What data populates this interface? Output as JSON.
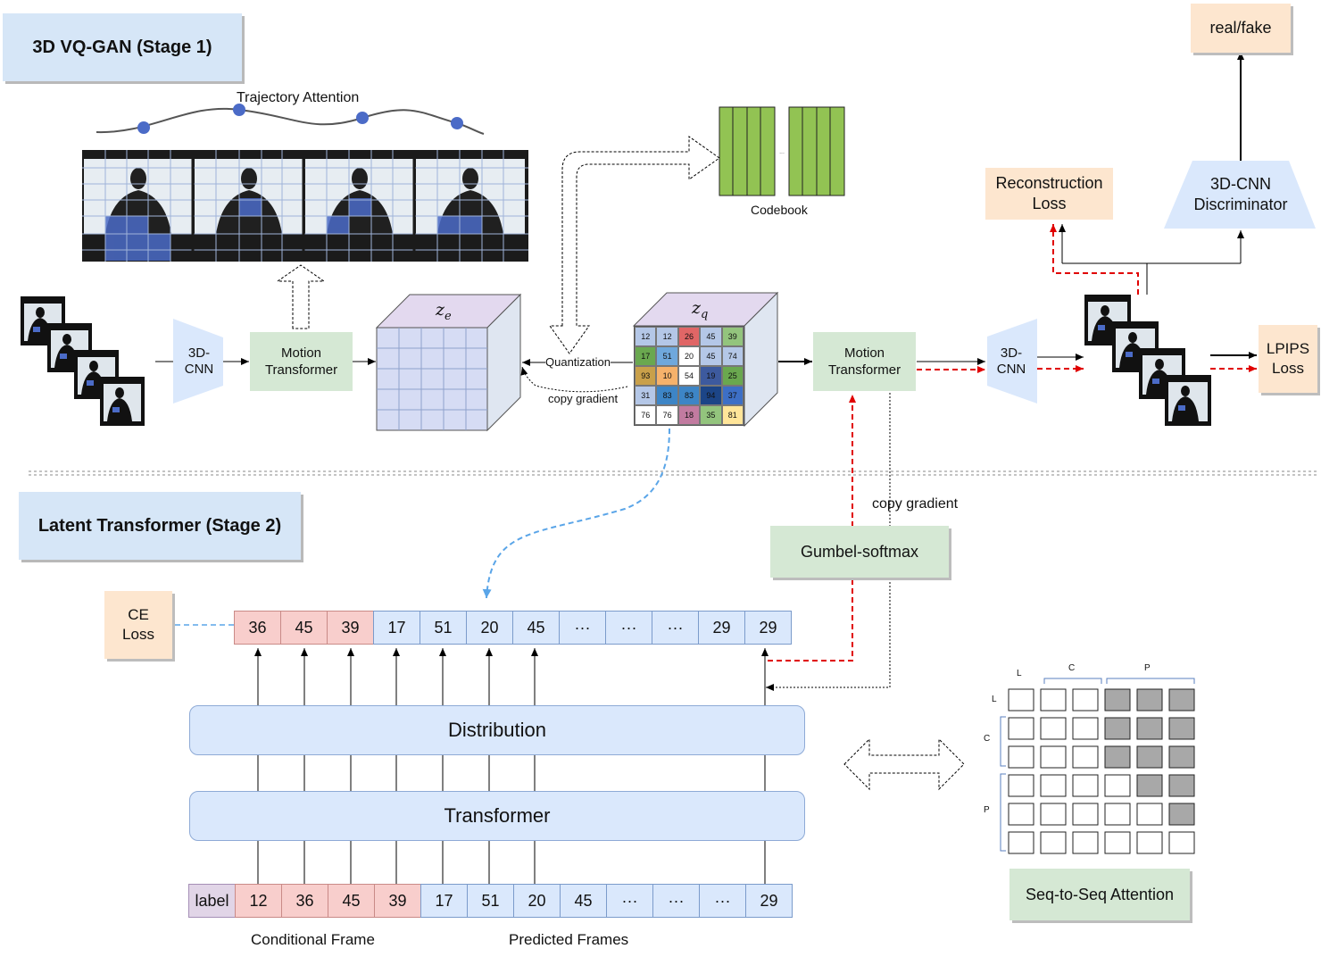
{
  "stage1": {
    "title": "3D VQ-GAN (Stage 1)"
  },
  "stage2": {
    "title": "Latent Transformer (Stage 2)"
  },
  "trajectory_label": "Trajectory Attention",
  "codebook_label": "Codebook",
  "encoder": {
    "label_line1": "3D-",
    "label_line2": "CNN"
  },
  "motion1": {
    "line1": "Motion",
    "line2": "Transformer"
  },
  "motion2": {
    "line1": "Motion",
    "line2": "Transformer"
  },
  "decoder": {
    "label_line1": "3D-",
    "label_line2": "CNN"
  },
  "ze_label": "z_e",
  "zq_label": "z_q",
  "quantization_label": "Quantization",
  "copy_gradient_small": "copy gradient",
  "copy_gradient_large": "copy gradient",
  "zq_grid": [
    [
      {
        "v": "12",
        "c": "#b4c7e7"
      },
      {
        "v": "12",
        "c": "#b4c7e7"
      },
      {
        "v": "26",
        "c": "#e06666"
      },
      {
        "v": "45",
        "c": "#b4c7e7"
      },
      {
        "v": "39",
        "c": "#93c47d"
      }
    ],
    [
      {
        "v": "17",
        "c": "#6aa84f"
      },
      {
        "v": "51",
        "c": "#6fa8dc"
      },
      {
        "v": "20",
        "c": "#ffffff"
      },
      {
        "v": "45",
        "c": "#b4c7e7"
      },
      {
        "v": "74",
        "c": "#b4c7e7"
      }
    ],
    [
      {
        "v": "93",
        "c": "#c9a04a"
      },
      {
        "v": "10",
        "c": "#f6b26b"
      },
      {
        "v": "54",
        "c": "#ffffff"
      },
      {
        "v": "19",
        "c": "#3d5a9e"
      },
      {
        "v": "25",
        "c": "#6aa84f"
      }
    ],
    [
      {
        "v": "31",
        "c": "#b4c7e7"
      },
      {
        "v": "83",
        "c": "#3d85c6"
      },
      {
        "v": "83",
        "c": "#3d85c6"
      },
      {
        "v": "94",
        "c": "#1c4587"
      },
      {
        "v": "37",
        "c": "#3d6fc6"
      }
    ],
    [
      {
        "v": "76",
        "c": "#ffffff"
      },
      {
        "v": "76",
        "c": "#ffffff"
      },
      {
        "v": "18",
        "c": "#c27ba0"
      },
      {
        "v": "35",
        "c": "#93c47d"
      },
      {
        "v": "81",
        "c": "#ffe599"
      }
    ]
  ],
  "losses": {
    "reconstruction_line1": "Reconstruction",
    "reconstruction_line2": "Loss",
    "discriminator_line1": "3D-CNN",
    "discriminator_line2": "Discriminator",
    "real_fake": "real/fake",
    "lpips_line1": "LPIPS",
    "lpips_line2": "Loss",
    "ce_line1": "CE",
    "ce_line2": "Loss"
  },
  "gumbel_label": "Gumbel-softmax",
  "output_tokens": [
    "36",
    "45",
    "39",
    "17",
    "51",
    "20",
    "45",
    "···",
    "···",
    "···",
    "29",
    "29"
  ],
  "output_token_colors": [
    "red",
    "red",
    "red",
    "blue",
    "blue",
    "blue",
    "blue",
    "blue",
    "blue",
    "blue",
    "blue",
    "blue"
  ],
  "distribution_label": "Distribution",
  "transformer_label": "Transformer",
  "input_tokens": [
    "label",
    "12",
    "36",
    "45",
    "39",
    "17",
    "51",
    "20",
    "45",
    "···",
    "···",
    "···",
    "29"
  ],
  "input_token_colors": [
    "purple",
    "red",
    "red",
    "red",
    "red",
    "blue",
    "blue",
    "blue",
    "blue",
    "blue",
    "blue",
    "blue",
    "blue"
  ],
  "conditional_frame_label": "Conditional Frame",
  "predicted_frames_label": "Predicted Frames",
  "seq_attention": {
    "title": "Seq-to-Seq Attention",
    "col_labels": [
      "L",
      "C",
      "P"
    ],
    "row_labels": [
      "L",
      "C",
      "P"
    ],
    "mask": [
      [
        0,
        0,
        0,
        1,
        1,
        1
      ],
      [
        0,
        0,
        0,
        1,
        1,
        1
      ],
      [
        0,
        0,
        0,
        1,
        1,
        1
      ],
      [
        0,
        0,
        0,
        0,
        1,
        1
      ],
      [
        0,
        0,
        0,
        0,
        0,
        1
      ],
      [
        0,
        0,
        0,
        0,
        0,
        0
      ]
    ]
  }
}
